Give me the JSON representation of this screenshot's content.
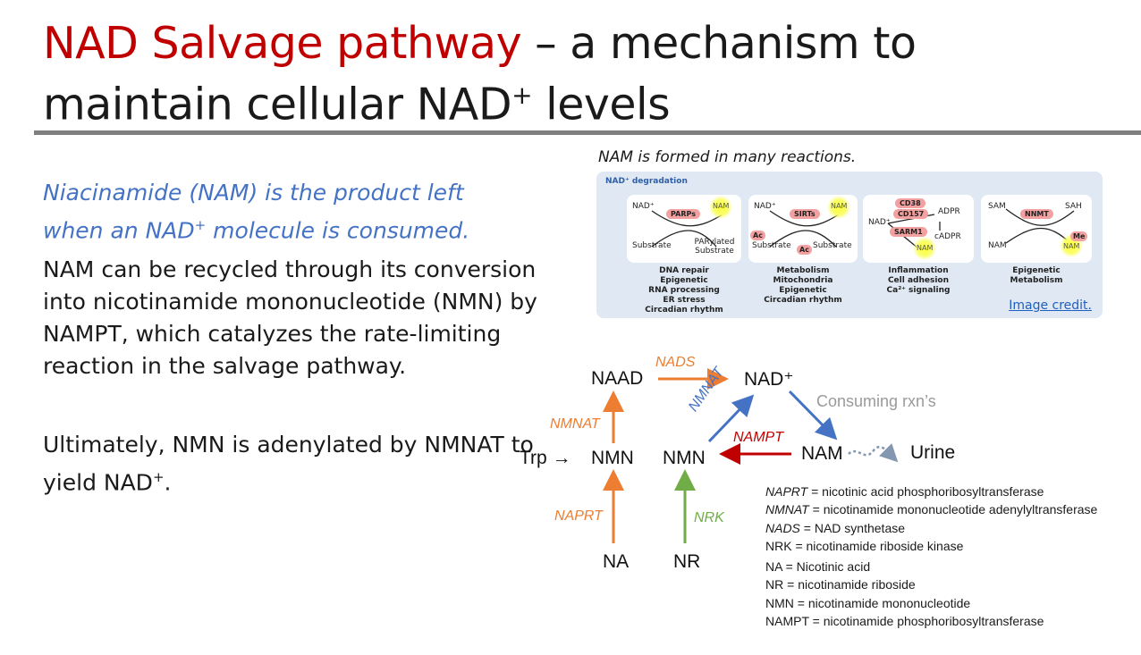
{
  "title": {
    "red_part": "NAD Salvage pathway",
    "rest_line1": " – a mechanism to",
    "line2": "maintain cellular NAD",
    "line2_sup": "+",
    "line2_end": " levels"
  },
  "body": {
    "lead_line1": "Niacinamide (NAM) is the product left",
    "lead_line2_pre": "when an NAD",
    "lead_sup": "+",
    "lead_line2_post": " molecule is consumed.",
    "para2": "NAM can be recycled through its conversion into nicotinamide mononucleotide (NMN) by NAMPT, which catalyzes the rate-limiting reaction in the salvage pathway.",
    "para3_pre": "Ultimately, NMN is adenylated by NMNAT to yield NAD",
    "para3_sup": "+",
    "para3_post": "."
  },
  "figure": {
    "caption": "NAM  is formed in many reactions.",
    "heading": "NAD⁺ degradation",
    "credit": "Image credit.",
    "cards": [
      {
        "left_in": "NAD⁺",
        "enzyme": "PARPs",
        "out": "NAM",
        "substrate": "Substrate",
        "product": "PARylated Substrate",
        "caption": [
          "DNA repair",
          "Epigenetic",
          "RNA processing",
          "ER stress",
          "Circadian rhythm"
        ]
      },
      {
        "left_in": "NAD⁺",
        "enzyme": "SIRTs",
        "out": "NAM",
        "substrate": "Substrate",
        "product": "Substrate",
        "ac": "Ac",
        "caption": [
          "Metabolism",
          "Mitochondria",
          "Epigenetic",
          "Circadian rhythm"
        ]
      },
      {
        "left_in": "NAD⁺",
        "enzyme1": "CD38",
        "enzyme2": "CD157",
        "enzyme3": "SARM1",
        "out1": "ADPR",
        "out2": "cADPR",
        "out": "NAM",
        "caption": [
          "Inflammation",
          "Cell adhesion",
          "Ca²⁺ signaling"
        ]
      },
      {
        "left_in": "SAM",
        "enzyme": "NNMT",
        "out": "SAH",
        "substrate": "NAM",
        "product": "NAM",
        "me": "Me",
        "caption": [
          "Epigenetic",
          "Metabolism"
        ]
      }
    ]
  },
  "pathway": {
    "naad": "NAAD",
    "nad": "NAD⁺",
    "trp": "Trp →",
    "nmn_left": "NMN",
    "nmn_right": "NMN",
    "nam": "NAM",
    "urine": "Urine",
    "na": "NA",
    "nr": "NR",
    "consuming": "Consuming rxn’s",
    "enzymes": {
      "nads": "NADS",
      "nmnat_left": "NMNAT",
      "nmnat_diag": "NMNAT",
      "nampt": "NAMPT",
      "naprt": "NAPRT",
      "nrk": "NRK"
    },
    "colors": {
      "orange": "#ed7d31",
      "blue": "#4472c4",
      "red": "#c00000",
      "green": "#70ad47",
      "gray": "#9a9a9a"
    }
  },
  "legend": [
    {
      "abbr": "NAPRT",
      "italic": true,
      "def": " = nicotinic acid phosphoribosyltransferase"
    },
    {
      "abbr": "NMNAT",
      "italic": true,
      "def": " = nicotinamide mononucleotide adenylyltransferase"
    },
    {
      "abbr": "NADS",
      "italic": true,
      "def": " = NAD synthetase"
    },
    {
      "abbr": "NRK",
      "italic": false,
      "def": " = nicotinamide riboside kinase"
    },
    {
      "abbr": "NA",
      "italic": false,
      "def": " = Nicotinic acid"
    },
    {
      "abbr": "NR",
      "italic": false,
      "def": " = nicotinamide riboside"
    },
    {
      "abbr": "NMN",
      "italic": false,
      "def": " = nicotinamide mononucleotide"
    },
    {
      "abbr": "NAMPT",
      "italic": false,
      "def": " = nicotinamide phosphoribosyltransferase"
    }
  ]
}
